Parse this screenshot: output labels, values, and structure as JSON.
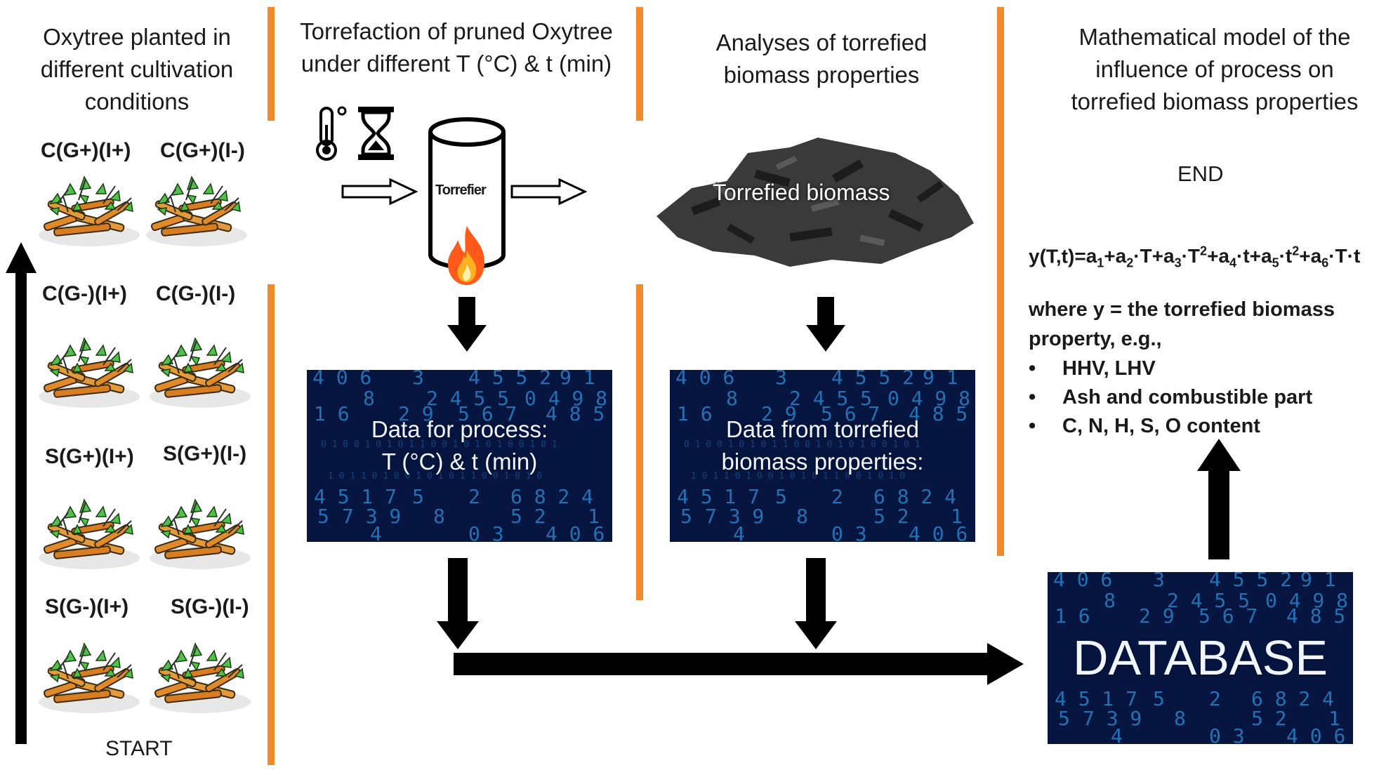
{
  "headers": {
    "col1": [
      "Oxytree planted in",
      "different cultivation",
      "conditions"
    ],
    "col2": [
      "Torrefaction of pruned Oxytree",
      "under different T (°C) & t (min)"
    ],
    "col3": [
      "Analyses of torrefied",
      "biomass properties"
    ],
    "col4": [
      "Mathematical model of the",
      "influence of process on",
      "torrefied biomass properties"
    ]
  },
  "plots": [
    {
      "left": "C(G+)(I+)",
      "right": "C(G+)(I-)"
    },
    {
      "left": "C(G-)(I+)",
      "right": "C(G-)(I-)"
    },
    {
      "left": "S(G+)(I+)",
      "right": "S(G+)(I-)"
    },
    {
      "left": "S(G-)(I+)",
      "right": "S(G-)(I-)"
    }
  ],
  "start_label": "START",
  "end_label": "END",
  "torrefier_label": "Torrefier",
  "biomass_label": "Torrefied biomass",
  "data_process": [
    "Data for process:",
    "T (°C) & t (min)"
  ],
  "data_properties": [
    "Data from torrefied",
    "biomass properties:"
  ],
  "database_label": "DATABASE",
  "equation": {
    "lhs": "y(T,t)=",
    "terms": [
      {
        "pre": "a",
        "sub": "1",
        "post": "+"
      },
      {
        "pre": "a",
        "sub": "2",
        "post": "·T+"
      },
      {
        "pre": "a",
        "sub": "3",
        "post": "·T",
        "sup": "2",
        "post2": "+"
      },
      {
        "pre": "a",
        "sub": "4",
        "post": "·t+"
      },
      {
        "pre": "a",
        "sub": "5",
        "post": "·t",
        "sup": "2",
        "post2": "+"
      },
      {
        "pre": "a",
        "sub": "6",
        "post": "·T·t"
      }
    ]
  },
  "where_text": [
    "where y = the torrefied biomass",
    "property, e.g.,"
  ],
  "bullets": [
    "HHV, LHV",
    "Ash and combustible part",
    "C, N, H, S, O content"
  ],
  "colors": {
    "separator": "#f08a2c",
    "panel": "#061640",
    "digits": "#2f8fd8",
    "arrow": "#000000",
    "flame": "#ff6a1a"
  },
  "icons": [
    "thermometer-icon",
    "hourglass-icon",
    "flame-icon",
    "plant-pile-icon",
    "biomass-pile-icon"
  ]
}
